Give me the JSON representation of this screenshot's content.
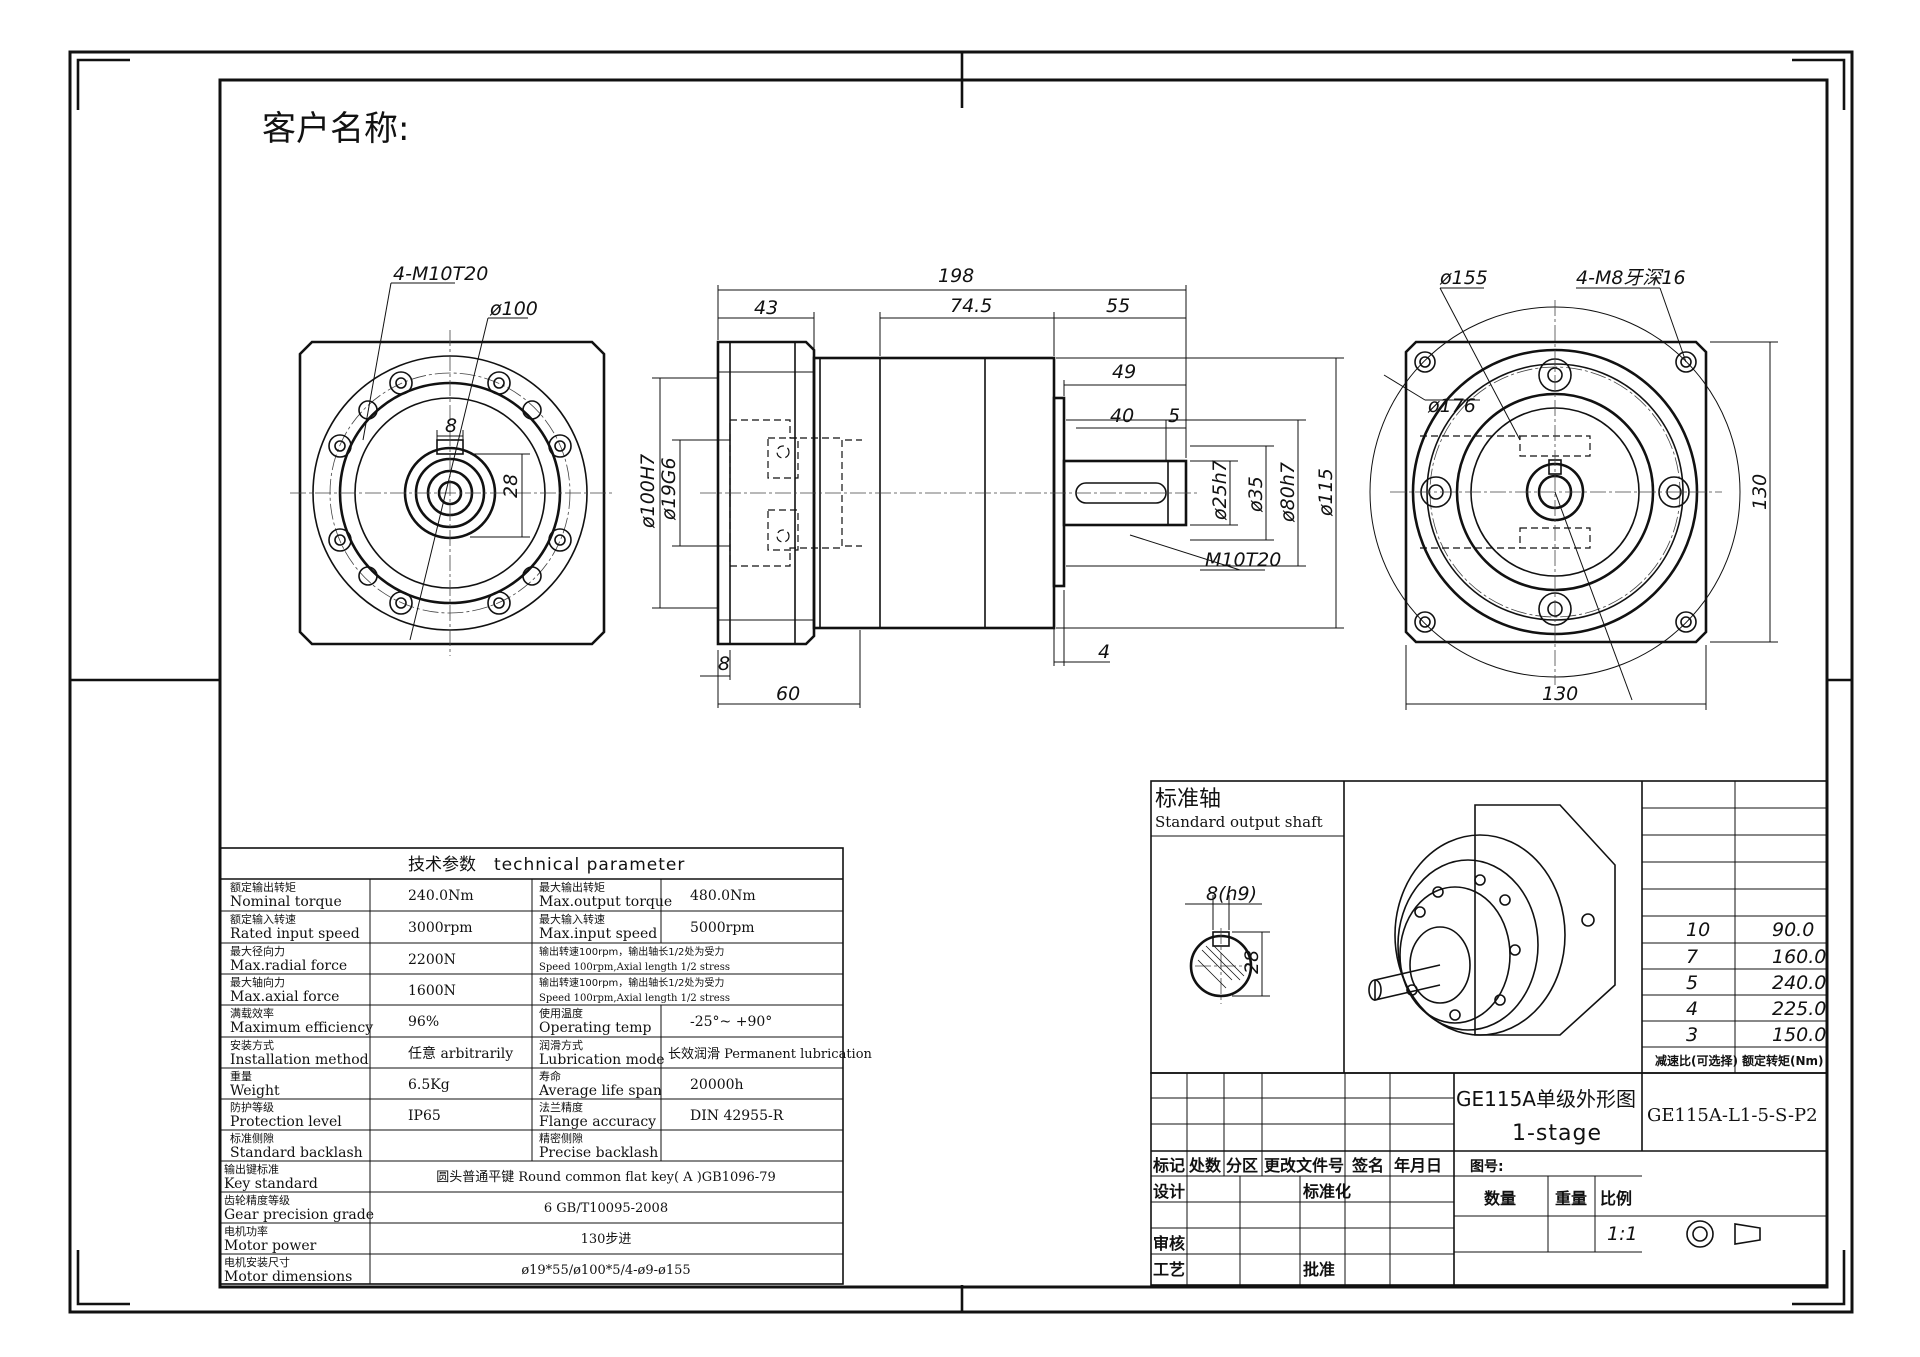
{
  "customer": {
    "label": "客户名称:"
  },
  "dims": {
    "left_holes": "4-M10T20",
    "left_phi100": "ø100",
    "left_key_w": "8",
    "left_key_h": "28",
    "total": "198",
    "d43": "43",
    "d745": "74.5",
    "d55": "55",
    "d49": "49",
    "d40": "40",
    "d5": "5",
    "d8": "8",
    "d60": "60",
    "d4": "4",
    "phi100h7": "ø100H7",
    "phi19g6": "ø19G6",
    "phi25h7": "ø25h7",
    "phi35": "ø35",
    "phi80h7": "ø80h7",
    "phi115": "ø115",
    "shaft_tap": "M10T20",
    "right_phi155": "ø155",
    "right_holes": "4-M8牙深16",
    "right_phi176": "ø176",
    "right_130v": "130",
    "right_130h": "130"
  },
  "tech": {
    "title_cn": "技术参数",
    "title_en": "technical  parameter",
    "rows": [
      {
        "l_cn": "额定输出转矩",
        "l_en": "Nominal torque",
        "l_val": "240.0Nm",
        "r_cn": "最大输出转矩",
        "r_en": "Max.output torque",
        "r_val": "480.0Nm"
      },
      {
        "l_cn": "额定输入转速",
        "l_en": "Rated input speed",
        "l_val": "3000rpm",
        "r_cn": "最大输入转速",
        "r_en": "Max.input speed",
        "r_val": "5000rpm"
      },
      {
        "l_cn": "最大径向力",
        "l_en": "Max.radial force",
        "l_val": "2200N",
        "r_cn": "输出转速100rpm，输出轴长1/2处为受力",
        "r_en": "Speed 100rpm,Axial length 1/2 stress",
        "r_val": ""
      },
      {
        "l_cn": "最大轴向力",
        "l_en": "Max.axial force",
        "l_val": "1600N",
        "r_cn": "输出转速100rpm，输出轴长1/2处为受力",
        "r_en": "Speed 100rpm,Axial length 1/2 stress",
        "r_val": ""
      },
      {
        "l_cn": "满载效率",
        "l_en": "Maximum efficiency",
        "l_val": "96%",
        "r_cn": "使用温度",
        "r_en": "Operating temp",
        "r_val": "-25°~ +90°"
      },
      {
        "l_cn": "安装方式",
        "l_en": "Installation method",
        "l_val": "任意 arbitrarily",
        "r_cn": "润滑方式",
        "r_en": "Lubrication mode",
        "r_val": "长效润滑 Permanent lubrication"
      },
      {
        "l_cn": "重量",
        "l_en": "Weight",
        "l_val": "6.5Kg",
        "r_cn": "寿命",
        "r_en": "Average life span",
        "r_val": "20000h"
      },
      {
        "l_cn": "防护等级",
        "l_en": "Protection level",
        "l_val": "IP65",
        "r_cn": "法兰精度",
        "r_en": "Flange accuracy",
        "r_val": "DIN 42955-R"
      },
      {
        "l_cn": "标准侧隙",
        "l_en": "Standard backlash",
        "l_val": "",
        "r_cn": "精密侧隙",
        "r_en": "Precise backlash",
        "r_val": ""
      }
    ],
    "wide_rows": [
      {
        "cn": "输出键标准",
        "en": "Key standard",
        "val": "圆头普通平键  Round common flat key( A )GB1096-79"
      },
      {
        "cn": "齿轮精度等级",
        "en": "Gear precision grade",
        "val": "6 GB/T10095-2008"
      },
      {
        "cn": "电机功率",
        "en": "Motor power",
        "val": "130步进"
      },
      {
        "cn": "电机安装尺寸",
        "en": "Motor  dimensions",
        "val": "ø19*55/ø100*5/4-ø9-ø155"
      }
    ]
  },
  "shaft": {
    "title_cn": "标准轴",
    "title_en": "Standard output shaft",
    "key_w": "8(h9)",
    "key_h": "28"
  },
  "ratios": {
    "header_ratio": "减速比(可选择)",
    "header_torque": "额定转矩(Nm)",
    "rows": [
      {
        "ratio": "10",
        "torque": "90.0"
      },
      {
        "ratio": "7",
        "torque": "160.0"
      },
      {
        "ratio": "5",
        "torque": "240.0"
      },
      {
        "ratio": "4",
        "torque": "225.0"
      },
      {
        "ratio": "3",
        "torque": "150.0"
      }
    ]
  },
  "titleblock": {
    "name": "GE115A单级外形图",
    "stage": "1-stage",
    "code": "GE115A-L1-5-S-P2",
    "h_mark": "标记",
    "h_count": "处数",
    "h_zone": "分区",
    "h_doc": "更改文件号",
    "h_sign": "签名",
    "h_date": "年月日",
    "drawing_no": "图号:",
    "design": "设计",
    "standard": "标准化",
    "qty": "数量",
    "weight": "重量",
    "scale": "比例",
    "scale_val": "1:1",
    "check": "审核",
    "process": "工艺",
    "approve": "批准"
  }
}
